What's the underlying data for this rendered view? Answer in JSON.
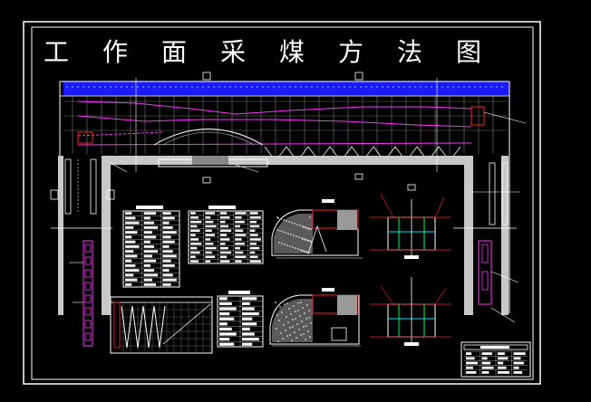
{
  "title_chars": [
    "工",
    "作",
    "面",
    "采",
    "煤",
    "方",
    "法",
    "图"
  ],
  "colors": {
    "background": "#000000",
    "frame": "#ffffff",
    "coal_seam": "#1a1aff",
    "support": "#ff33ff",
    "wall": "#c8c8c8",
    "annotation_red": "#ff2020",
    "cyan": "#00e5ff",
    "green": "#00ff60",
    "yellow": "#ffff40",
    "table_fill": "#ffffff"
  }
}
